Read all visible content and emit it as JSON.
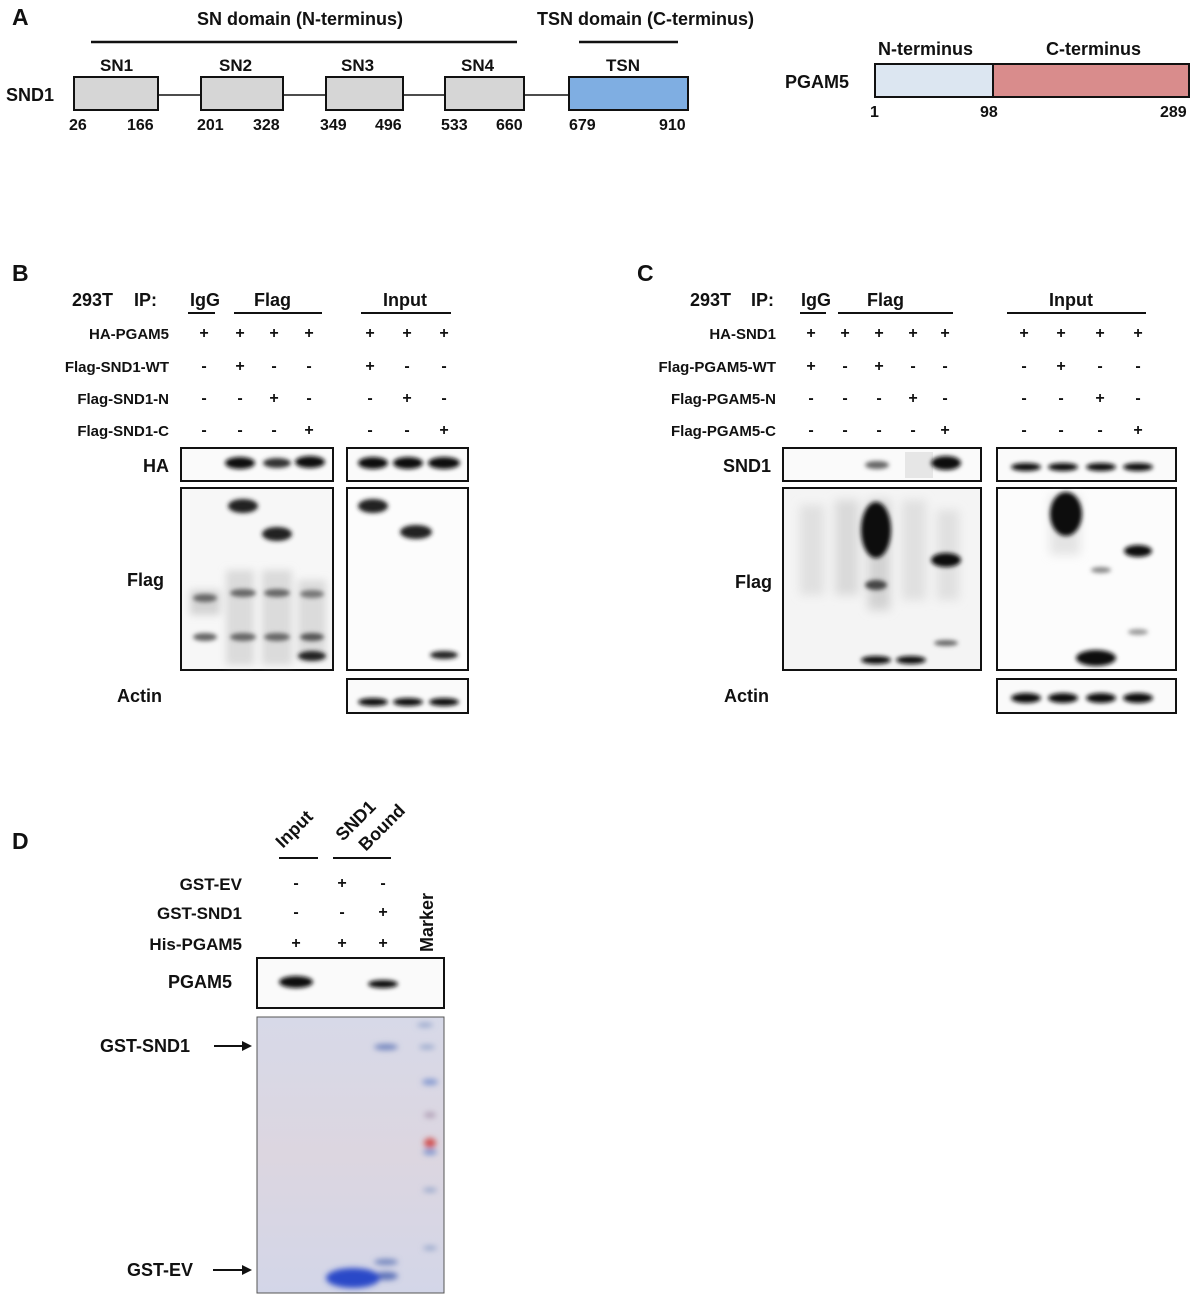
{
  "panels": {
    "a": "A",
    "b": "B",
    "c": "C",
    "d": "D"
  },
  "panelA": {
    "sn_domain": "SN domain  (N-terminus)",
    "tsn_domain": "TSN domain (C-terminus)",
    "snd1_label": "SND1",
    "domains": [
      {
        "name": "SN1",
        "start": "26",
        "end": "166"
      },
      {
        "name": "SN2",
        "start": "201",
        "end": "328"
      },
      {
        "name": "SN3",
        "start": "349",
        "end": "496"
      },
      {
        "name": "SN4",
        "start": "533",
        "end": "660"
      },
      {
        "name": "TSN",
        "start": "679",
        "end": "910"
      }
    ],
    "pgam5_label": "PGAM5",
    "pgam5_n": "N-terminus",
    "pgam5_c": "C-terminus",
    "pgam5_start": "1",
    "pgam5_mid": "98",
    "pgam5_end": "289",
    "colors": {
      "sn_box": "#d6d6d6",
      "tsn_box": "#7faee2",
      "pgam5_n": "#dce6f1",
      "pgam5_c": "#d98c8c"
    }
  },
  "panelB": {
    "cell": "293T",
    "ip": "IP:",
    "groups": {
      "igg": "IgG",
      "flag": "Flag",
      "input": "Input"
    },
    "rows": [
      {
        "label": "HA-PGAM5",
        "marks": [
          "+",
          "+",
          "+",
          "+",
          "+",
          "+",
          "+"
        ]
      },
      {
        "label": "Flag-SND1-WT",
        "marks": [
          "-",
          "+",
          "-",
          "-",
          "+",
          "-",
          "-"
        ]
      },
      {
        "label": "Flag-SND1-N",
        "marks": [
          "-",
          "-",
          "+",
          "-",
          "-",
          "+",
          "-"
        ]
      },
      {
        "label": "Flag-SND1-C",
        "marks": [
          "-",
          "-",
          "-",
          "+",
          "-",
          "-",
          "+"
        ]
      }
    ],
    "blots": {
      "ha": "HA",
      "flag": "Flag",
      "actin": "Actin"
    }
  },
  "panelC": {
    "cell": "293T",
    "ip": "IP:",
    "groups": {
      "igg": "IgG",
      "flag": "Flag",
      "input": "Input"
    },
    "rows": [
      {
        "label": "HA-SND1",
        "marks": [
          "+",
          "+",
          "+",
          "+",
          "+",
          "+",
          "+",
          "+",
          "+"
        ]
      },
      {
        "label": "Flag-PGAM5-WT",
        "marks": [
          "+",
          "-",
          "+",
          "-",
          "-",
          "-",
          "+",
          "-",
          "-"
        ]
      },
      {
        "label": "Flag-PGAM5-N",
        "marks": [
          "-",
          "-",
          "-",
          "+",
          "-",
          "-",
          "-",
          "+",
          "-"
        ]
      },
      {
        "label": "Flag-PGAM5-C",
        "marks": [
          "-",
          "-",
          "-",
          "-",
          "+",
          "-",
          "-",
          "-",
          "+"
        ]
      }
    ],
    "blots": {
      "snd1": "SND1",
      "flag": "Flag",
      "actin": "Actin"
    }
  },
  "panelD": {
    "col_input": "Input",
    "col_snd1": "SND1",
    "col_bound": "Bound",
    "col_marker": "Marker",
    "rows": [
      {
        "label": "GST-EV",
        "marks": [
          "-",
          "+",
          "-"
        ]
      },
      {
        "label": "GST-SND1",
        "marks": [
          "-",
          "-",
          "+"
        ]
      },
      {
        "label": "His-PGAM5",
        "marks": [
          "+",
          "+",
          "+"
        ]
      }
    ],
    "blot_label": "PGAM5",
    "arrow_gst_snd1": "GST-SND1",
    "arrow_gst_ev": "GST-EV"
  }
}
